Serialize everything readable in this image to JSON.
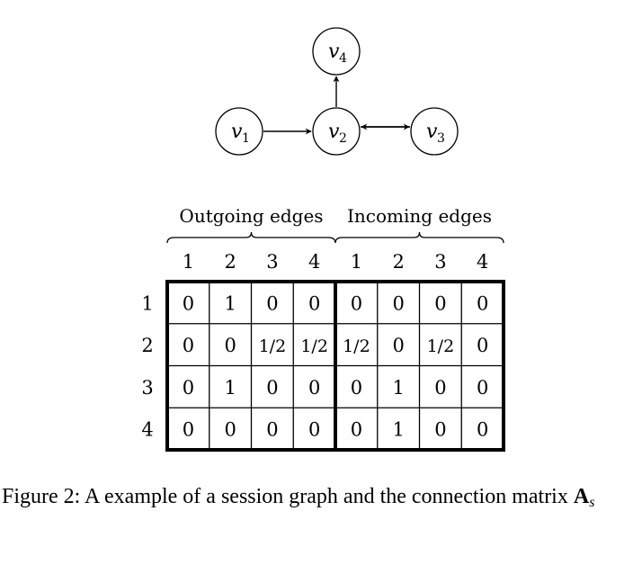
{
  "graph": {
    "nodes": [
      {
        "id": "v1",
        "sym": "v",
        "sub": "1"
      },
      {
        "id": "v2",
        "sym": "v",
        "sub": "2"
      },
      {
        "id": "v3",
        "sym": "v",
        "sub": "3"
      },
      {
        "id": "v4",
        "sym": "v",
        "sub": "4"
      }
    ],
    "edges": [
      {
        "from": "v1",
        "to": "v2"
      },
      {
        "from": "v2",
        "to": "v4"
      },
      {
        "from": "v2",
        "to": "v3"
      },
      {
        "from": "v3",
        "to": "v2"
      }
    ]
  },
  "matrix": {
    "group_labels": [
      "Outgoing edges",
      "Incoming edges"
    ],
    "col_labels": [
      "1",
      "2",
      "3",
      "4",
      "1",
      "2",
      "3",
      "4"
    ],
    "row_labels": [
      "1",
      "2",
      "3",
      "4"
    ],
    "rows": [
      [
        "0",
        "1",
        "0",
        "0",
        "0",
        "0",
        "0",
        "0"
      ],
      [
        "0",
        "0",
        "1/2",
        "1/2",
        "1/2",
        "0",
        "1/2",
        "0"
      ],
      [
        "0",
        "1",
        "0",
        "0",
        "0",
        "1",
        "0",
        "0"
      ],
      [
        "0",
        "0",
        "0",
        "0",
        "0",
        "1",
        "0",
        "0"
      ]
    ]
  },
  "caption": {
    "prefix": "Figure 2: A example of a session graph and the connection matrix ",
    "matrix_symbol": "A",
    "matrix_subscript": "s"
  }
}
